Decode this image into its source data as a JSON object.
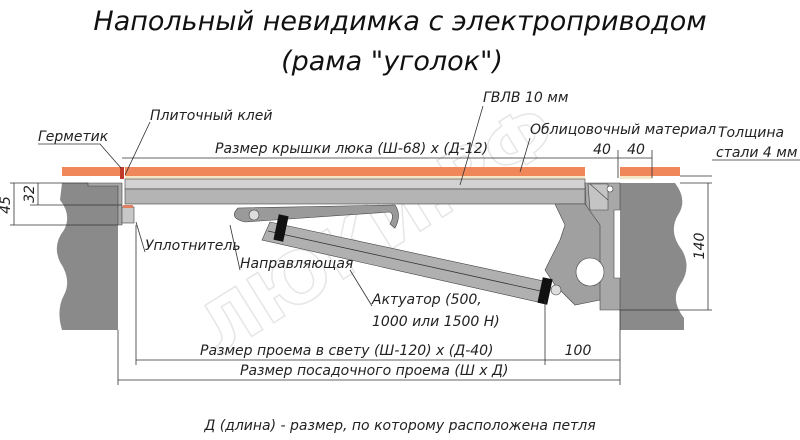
{
  "title": {
    "line1": "Напольный невидимка с электроприводом",
    "line2": "(рама \"уголок\")"
  },
  "labels": {
    "tile_glue": "Плиточный клей",
    "sealant": "Герметик",
    "lid_size": "Размер крышки люка (Ш-68) х (Д-12)",
    "gvlv": "ГВЛВ 10 мм",
    "facing": "Облицовочный материал",
    "steel_1": "Толщина",
    "steel_2": "стали 4 мм",
    "seal": "Уплотнитель",
    "guide": "Направляющая",
    "actuator_1": "Актуатор (500,",
    "actuator_2": "1000 или 1500 Н)",
    "clear_opening": "Размер проема в свету (Ш-120) х (Д-40)",
    "mount_opening": "Размер посадочного проема (Ш х Д)",
    "footer": "Д (длина) - размер, по которому расположена петля"
  },
  "dimensions": {
    "d45": "45",
    "d32": "32",
    "d40a": "40",
    "d40b": "40",
    "d140": "140",
    "d100": "100"
  },
  "watermark": "ЛЮКИ.РФ",
  "colors": {
    "facing": "#f0875a",
    "glue": "#f5e6c8",
    "steel": "#b9b9b9",
    "wall": "#8a8a8a",
    "frame": "#a8a8a8"
  }
}
